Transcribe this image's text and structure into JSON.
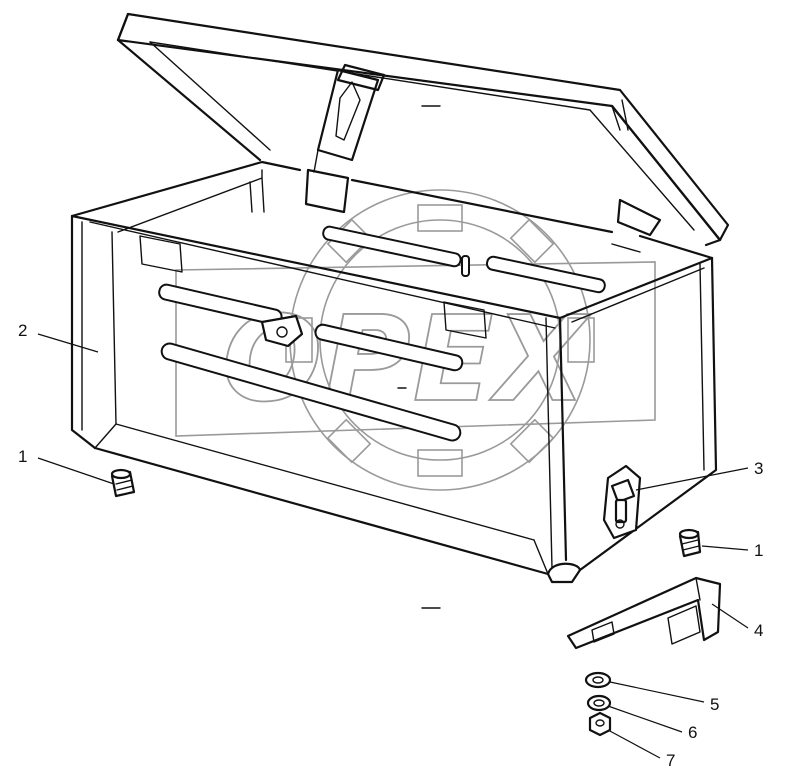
{
  "watermark": {
    "text": "OPEX"
  },
  "callouts": [
    {
      "id": "c1a",
      "label": "1"
    },
    {
      "id": "c2",
      "label": "2"
    },
    {
      "id": "c1b",
      "label": "1"
    },
    {
      "id": "c3",
      "label": "3"
    },
    {
      "id": "c4",
      "label": "4"
    },
    {
      "id": "c5",
      "label": "5"
    },
    {
      "id": "c6",
      "label": "6"
    },
    {
      "id": "c7",
      "label": "7"
    }
  ]
}
